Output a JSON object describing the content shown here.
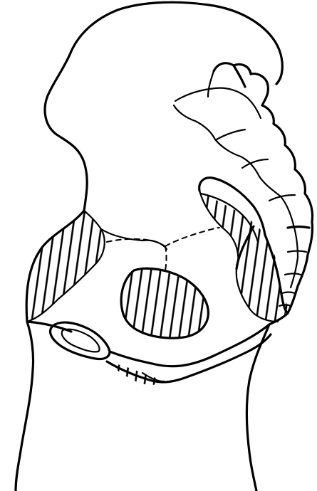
{
  "figure": {
    "kind": "line-drawing",
    "subject": "bone-anatomy-sketch",
    "style": "black ink on white",
    "colors": {
      "ink": "#000000",
      "background": "#ffffff"
    },
    "hatched_regions": 4
  }
}
